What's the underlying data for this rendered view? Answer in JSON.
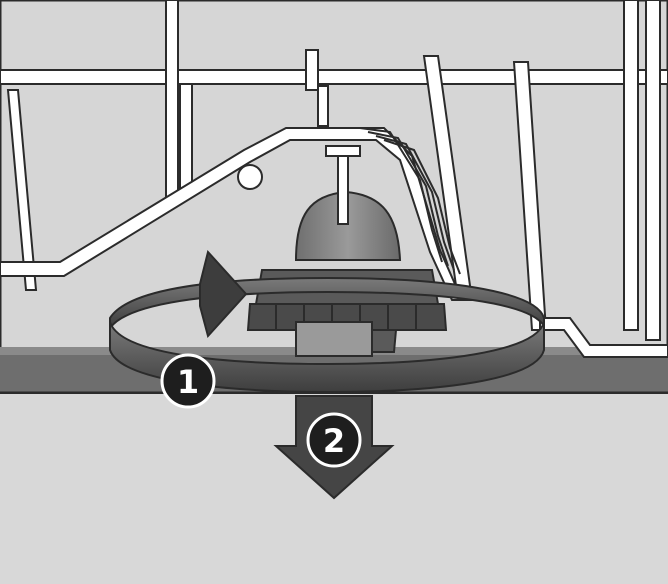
{
  "steps": [
    {
      "number": "1",
      "action": "rotate"
    },
    {
      "number": "2",
      "action": "pull-down"
    }
  ],
  "colors": {
    "background": "#d6d6d6",
    "rack_wire": "#ffffff",
    "outline": "#2b2b2b",
    "arm_band": "#5a5a5a",
    "nut": "#4d4d4d",
    "arrow": "#454545",
    "badge": "#1e1e1e"
  }
}
